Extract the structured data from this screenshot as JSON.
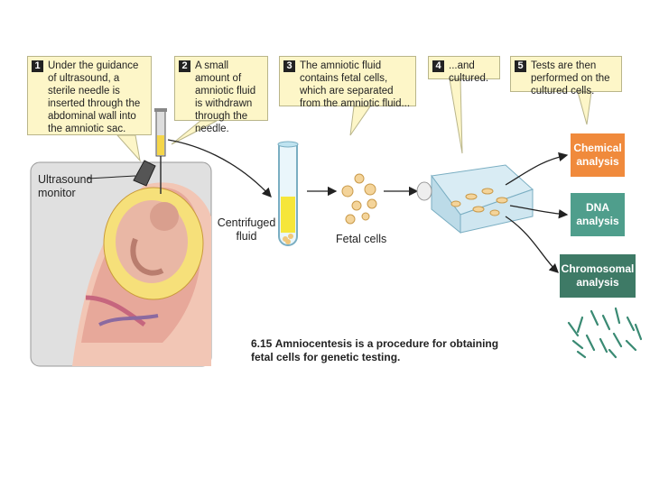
{
  "steps": [
    {
      "num": "1",
      "text": "Under the guidance of ultrasound, a sterile needle is inserted through the abdominal wall into the amniotic sac."
    },
    {
      "num": "2",
      "text": "A small amount of amniotic fluid is withdrawn through the needle."
    },
    {
      "num": "3",
      "text": "The amniotic fluid contains fetal cells, which are separated from the amniotic fluid..."
    },
    {
      "num": "4",
      "text": "...and cultured."
    },
    {
      "num": "5",
      "text": "Tests are then performed on the cultured cells."
    }
  ],
  "labels": {
    "ultrasound": "Ultrasound monitor",
    "centrifuged": "Centrifuged fluid",
    "fetal_cells": "Fetal cells"
  },
  "analyses": {
    "chemical": {
      "label": "Chemical analysis",
      "color": "#f08a3c"
    },
    "dna": {
      "label": "DNA analysis",
      "color": "#4f9e8c"
    },
    "chromosomal": {
      "label": "Chromosomal analysis",
      "color": "#3e7a66"
    }
  },
  "caption": {
    "number": "6.15",
    "text": "Amniocentesis is a procedure for obtaining fetal cells for genetic testing."
  }
}
